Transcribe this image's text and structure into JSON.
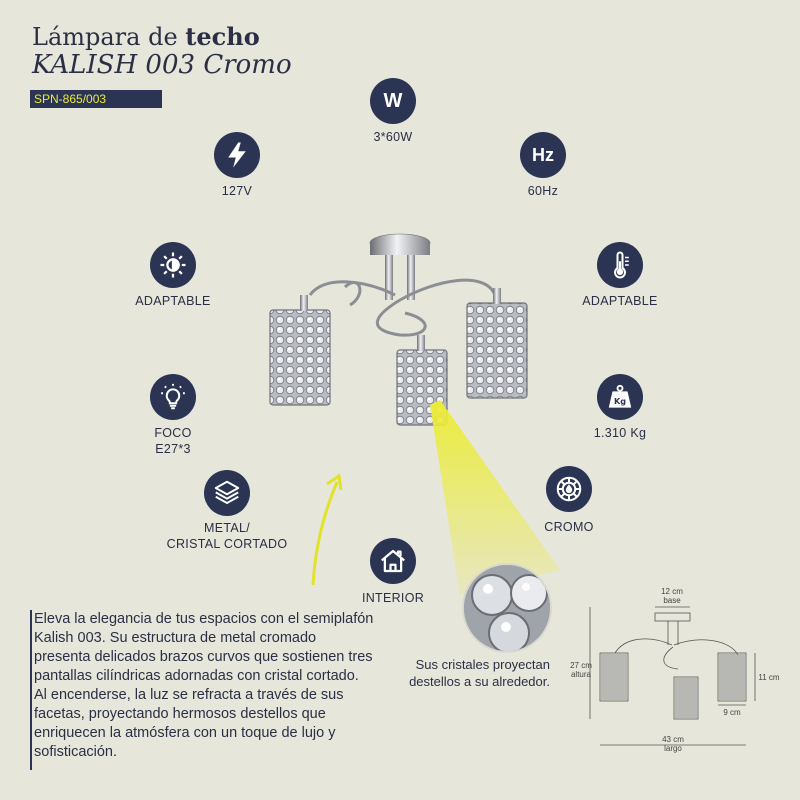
{
  "header": {
    "title_prefix": "Lámpara de",
    "title_bold": "techo",
    "model": "KALISH 003 Cromo",
    "sku": "SPN-865/003"
  },
  "specs": {
    "power": {
      "icon": "w-letter-icon",
      "glyph": "W",
      "label": "3*60W"
    },
    "voltage": {
      "icon": "lightning-icon",
      "label": "127V"
    },
    "frequency": {
      "icon": "hz-letter-icon",
      "glyph": "Hz",
      "label": "60Hz"
    },
    "light": {
      "icon": "brightness-icon",
      "label": "ADAPTABLE"
    },
    "temperature": {
      "icon": "thermometer-icon",
      "label": "ADAPTABLE"
    },
    "bulb": {
      "icon": "lightbulb-icon",
      "label_line1": "FOCO",
      "label_line2": "E27*3"
    },
    "weight": {
      "icon": "weight-icon",
      "glyph": "Kg",
      "label": "1.310 Kg"
    },
    "material": {
      "icon": "layers-icon",
      "label_line1": "METAL/",
      "label_line2": "CRISTAL CORTADO"
    },
    "finish": {
      "icon": "finish-wheel-icon",
      "label": "CROMO"
    },
    "usage": {
      "icon": "house-icon",
      "label": "INTERIOR"
    }
  },
  "description": "Eleva la elegancia de tus espacios con el semiplafón Kalish 003. Su estructura de metal cromado presenta delicados brazos curvos que sostienen tres pantallas cilíndricas adornadas con cristal cortado. Al encenderse, la luz se refracta a través de sus facetas, proyectando hermosos destellos que enriquecen la atmósfera con un toque de lujo y sofisticación.",
  "crystal_caption": "Sus cristales proyectan destellos a su alrededor.",
  "dimensions": {
    "base_value": "12 cm",
    "base_label": "base",
    "height_value": "27 cm",
    "height_label": "altura",
    "shade_height": "11 cm",
    "shade_width": "9 cm",
    "length_value": "43 cm",
    "length_label": "largo"
  },
  "colors": {
    "navy": "#2b3452",
    "yellow": "#ecec3a",
    "background": "#e6e6da"
  }
}
